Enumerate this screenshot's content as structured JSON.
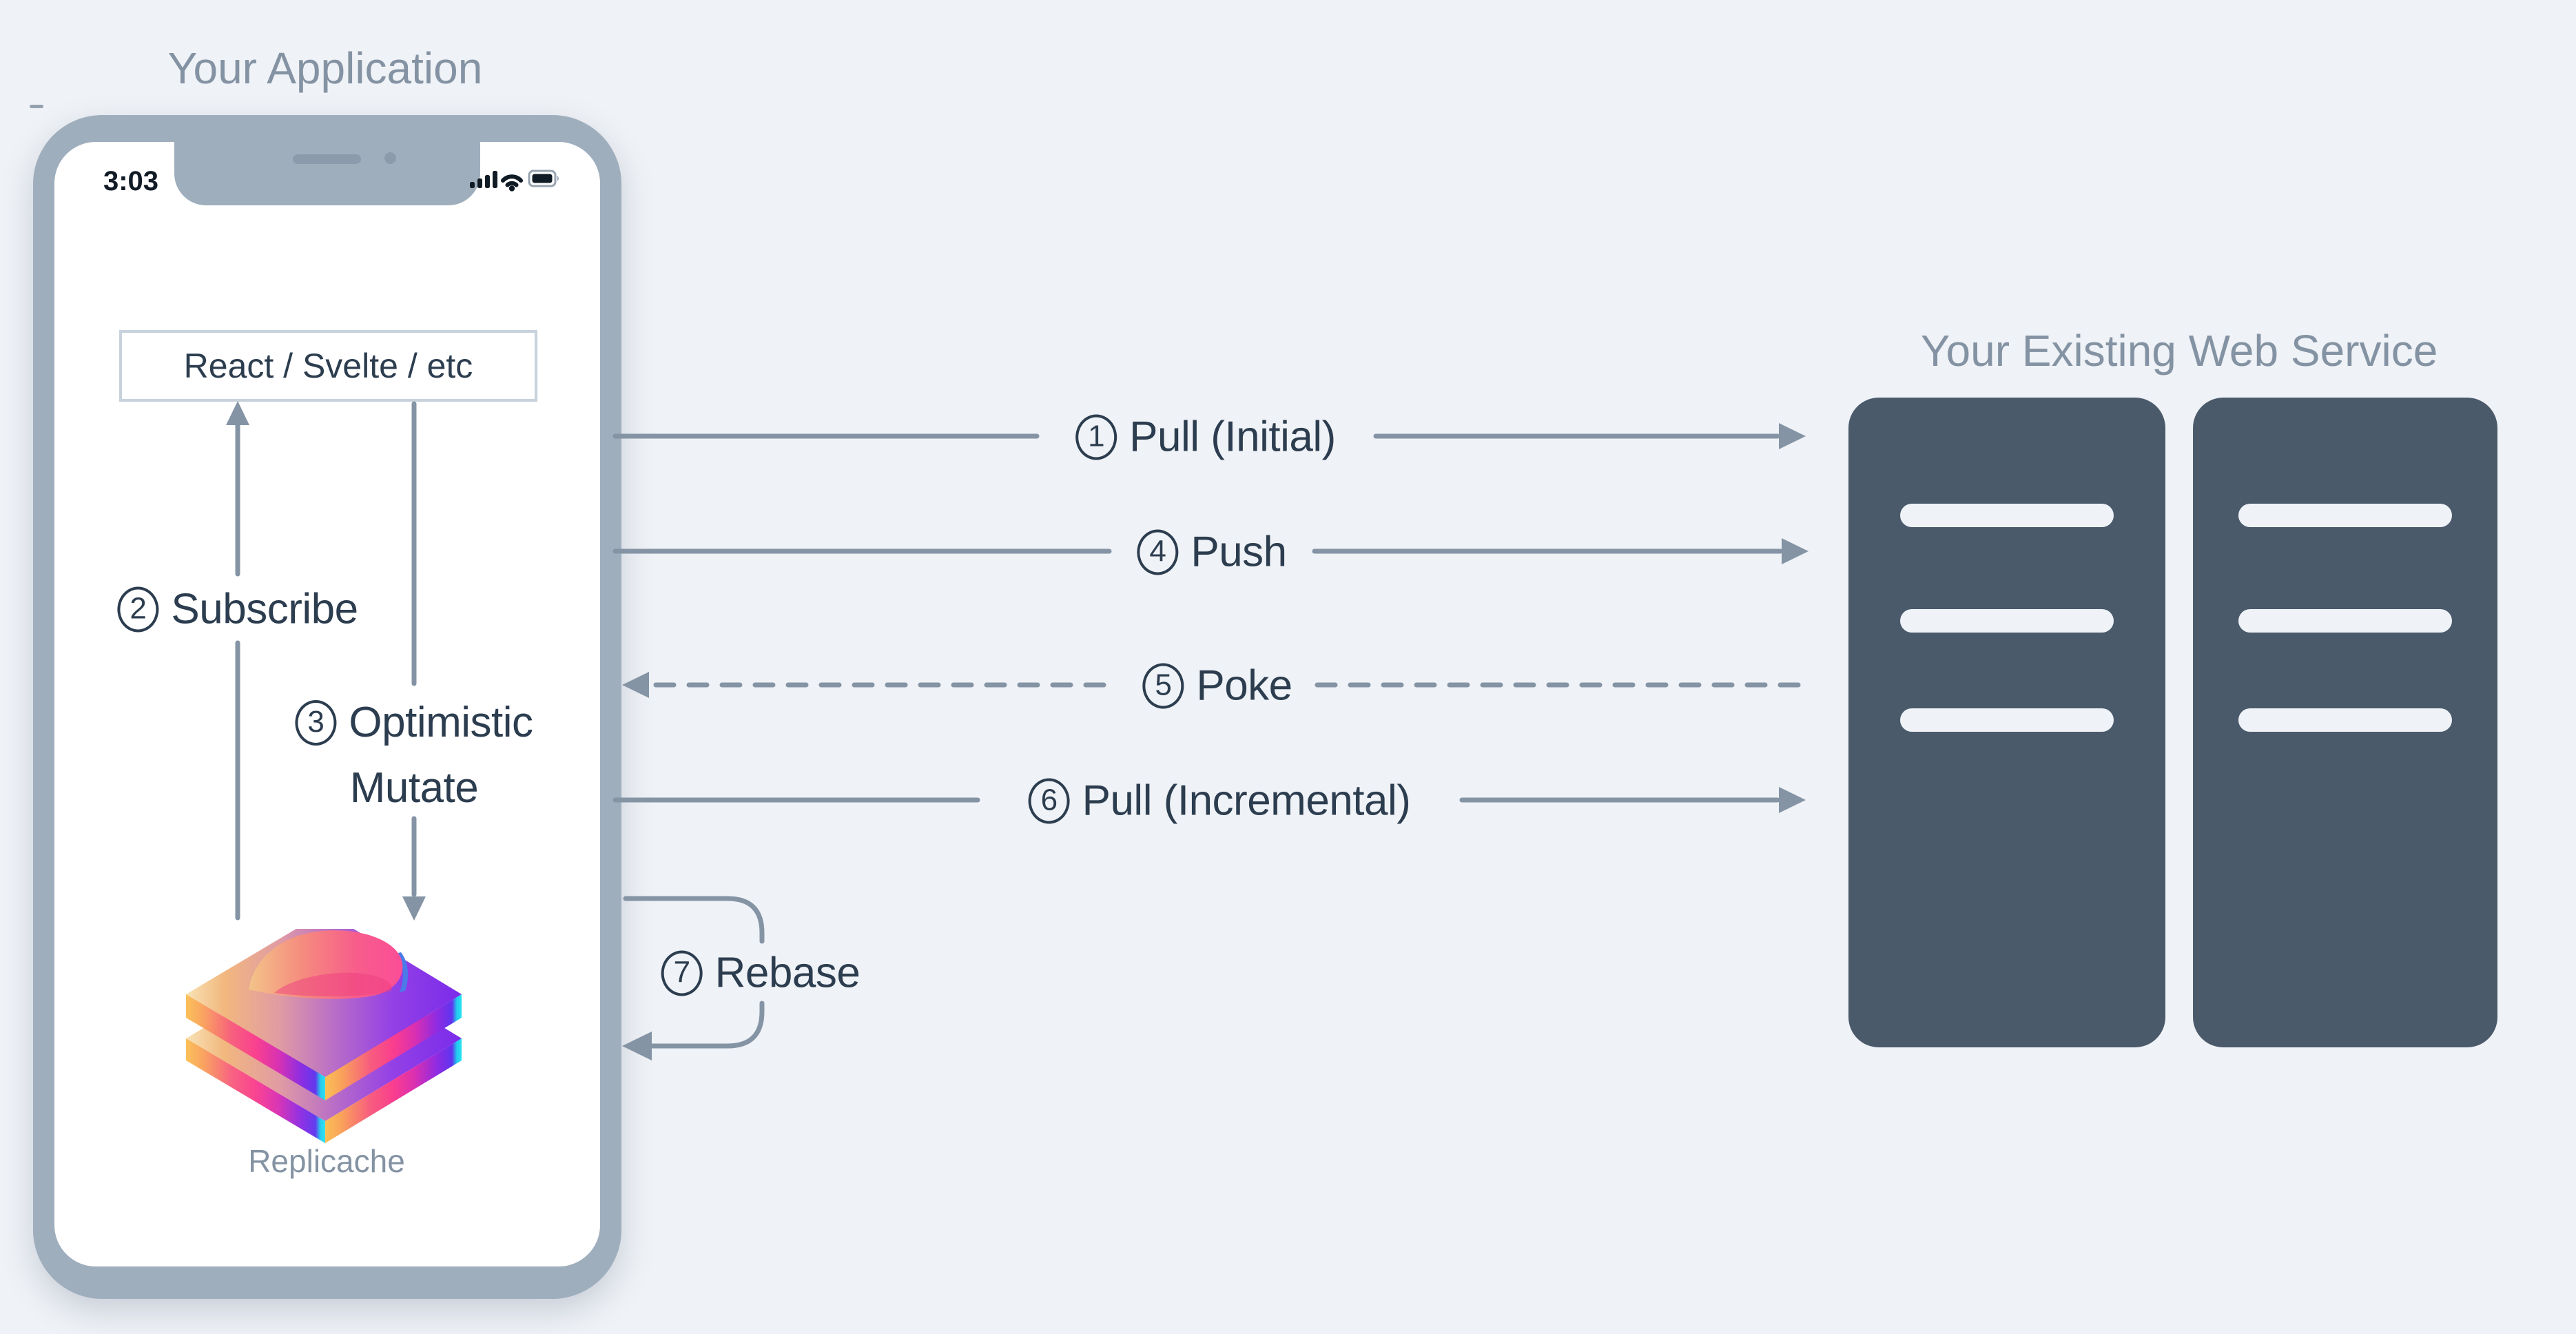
{
  "application": {
    "title": "Your Application",
    "status_bar": {
      "time": "3:03",
      "icons": [
        "signal-bars",
        "wifi",
        "battery"
      ]
    },
    "framework_box": "React / Svelte / etc",
    "logo_caption": "Replicache"
  },
  "web_service": {
    "title": "Your Existing Web Service",
    "racks": [
      {
        "slots": 3
      },
      {
        "slots": 3
      }
    ]
  },
  "flows": [
    {
      "num": "1",
      "label": "Pull (Initial)",
      "direction": "app-to-server",
      "style": "solid"
    },
    {
      "num": "2",
      "label": "Subscribe",
      "direction": "replicache-to-ui",
      "style": "solid"
    },
    {
      "num": "3",
      "label": "Optimistic",
      "label_line2": "Mutate",
      "direction": "ui-to-replicache",
      "style": "solid"
    },
    {
      "num": "4",
      "label": "Push",
      "direction": "app-to-server",
      "style": "solid"
    },
    {
      "num": "5",
      "label": "Poke",
      "direction": "server-to-app",
      "style": "dashed"
    },
    {
      "num": "6",
      "label": "Pull (Incremental)",
      "direction": "app-to-server",
      "style": "solid"
    },
    {
      "num": "7",
      "label": "Rebase",
      "direction": "loop",
      "style": "solid"
    }
  ],
  "colors": {
    "background": "#EFF2F6",
    "phone_frame": "#9FAEBD",
    "arrow": "#8494A5",
    "dark_text": "#2C3D4F",
    "muted_title": "#8493A3",
    "server_fill": "#4A5A6B",
    "server_slot": "#EFF3F7",
    "box_border": "#C7D2DD"
  }
}
